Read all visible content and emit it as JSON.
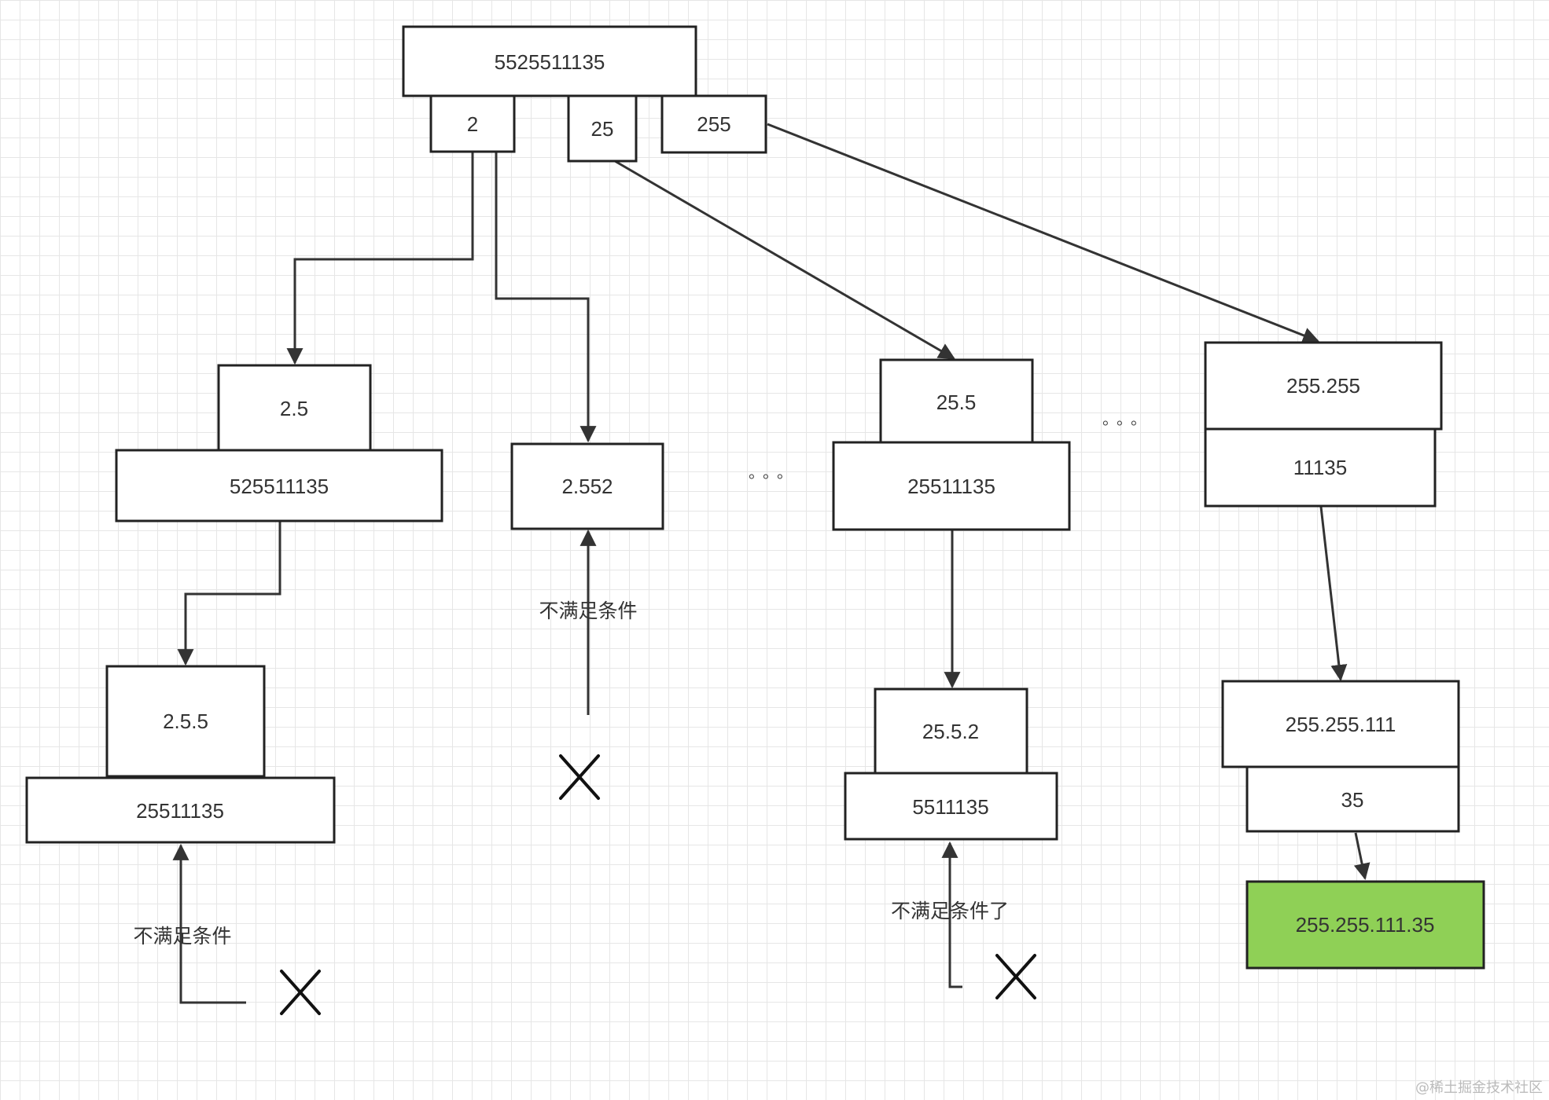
{
  "nodes": {
    "root": "5525511135",
    "seg_2": "2",
    "seg_25": "25",
    "seg_255": "255",
    "a_prefix": "2.5",
    "a_rest": "525511135",
    "b_prefix": "2.552",
    "c_prefix": "25.5",
    "c_rest": "25511135",
    "d_prefix": "255.255",
    "d_rest": "11135",
    "a2_prefix": "2.5.5",
    "a2_rest": "25511135",
    "c2_prefix": "25.5.2",
    "c2_rest": "5511135",
    "d2_prefix": "255.255.111",
    "d2_rest": "35",
    "result": "255.255.111.35"
  },
  "notes": {
    "fail_b": "不满足条件",
    "fail_a2": "不满足条件",
    "fail_c2": "不满足条件了"
  },
  "ellipsis": {
    "mid": "。。。",
    "right": "。。。"
  },
  "watermark": "@稀土掘金技术社区",
  "colors": {
    "result_fill": "#8fd056",
    "stroke": "#222222",
    "grid": "#e6e6e6"
  }
}
